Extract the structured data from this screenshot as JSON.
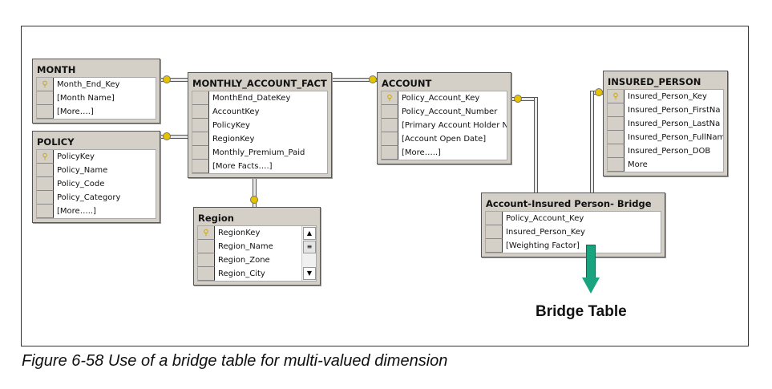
{
  "tables": {
    "month": {
      "title": "MONTH",
      "rows": [
        {
          "name": "Month_End_Key",
          "pk": true
        },
        {
          "name": "[Month Name]"
        },
        {
          "name": "[More….]"
        }
      ]
    },
    "policy": {
      "title": "POLICY",
      "rows": [
        {
          "name": "PolicyKey",
          "pk": true
        },
        {
          "name": "Policy_Name"
        },
        {
          "name": "Policy_Code"
        },
        {
          "name": "Policy_Category"
        },
        {
          "name": "[More…..]"
        }
      ]
    },
    "fact": {
      "title": "MONTHLY_ACCOUNT_FACT",
      "rows": [
        {
          "name": "MonthEnd_DateKey"
        },
        {
          "name": "AccountKey"
        },
        {
          "name": "PolicyKey"
        },
        {
          "name": "RegionKey"
        },
        {
          "name": "Monthly_Premium_Paid"
        },
        {
          "name": "[More Facts….]"
        }
      ]
    },
    "account": {
      "title": "ACCOUNT",
      "rows": [
        {
          "name": "Policy_Account_Key",
          "pk": true
        },
        {
          "name": "Policy_Account_Number"
        },
        {
          "name": "[Primary Account Holder Na"
        },
        {
          "name": "[Account Open Date]"
        },
        {
          "name": "[More…..]"
        }
      ]
    },
    "insured": {
      "title": "INSURED_PERSON",
      "rows": [
        {
          "name": "Insured_Person_Key",
          "pk": true
        },
        {
          "name": "Insured_Person_FirstNa"
        },
        {
          "name": "Insured_Person_LastNa"
        },
        {
          "name": "Insured_Person_FullNam"
        },
        {
          "name": "Insured_Person_DOB"
        },
        {
          "name": "More"
        }
      ]
    },
    "region": {
      "title": "Region",
      "rows": [
        {
          "name": "RegionKey",
          "pk": true
        },
        {
          "name": "Region_Name"
        },
        {
          "name": "Region_Zone"
        },
        {
          "name": "Region_City"
        }
      ]
    },
    "bridge": {
      "title": "Account-Insured Person- Bridge",
      "rows": [
        {
          "name": "Policy_Account_Key"
        },
        {
          "name": "Insured_Person_Key"
        },
        {
          "name": "[Weighting Factor]"
        }
      ]
    }
  },
  "annotation": "Bridge Table",
  "caption": "Figure 6-58   Use of a bridge table for multi-valued dimension",
  "colors": {
    "arrow": "#1aa37f",
    "key": "#e6c200",
    "table": "#d4d0c8"
  },
  "icons": {
    "primary_key": "key-icon",
    "relationship": "chain-connector"
  }
}
